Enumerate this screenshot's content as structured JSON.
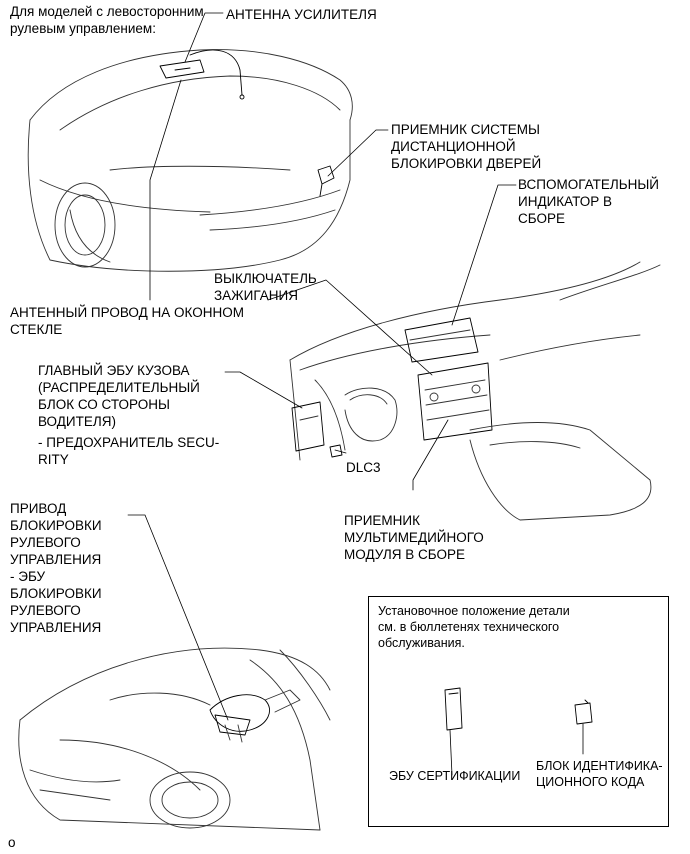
{
  "labels": {
    "lhd_note": "Для моделей с левосторонним\nрулевым управлением:",
    "amp_antenna": "АНТЕННА УСИЛИТЕЛЯ",
    "door_lock_receiver": "ПРИЕМНИК СИСТЕМЫ\nДИСТАНЦИОННОЙ\nБЛОКИРОВКИ ДВЕРЕЙ",
    "aux_indicator": "ВСПОМОГАТЕЛЬНЫЙ\nИНДИКАТОР В\nСБОРЕ",
    "ignition_switch": "ВЫКЛЮЧАТЕЛЬ\nЗАЖИГАНИЯ",
    "window_antenna": "АНТЕННЫЙ ПРОВОД НА ОКОННОМ\nСТЕКЛЕ",
    "main_body_ecu": "ГЛАВНЫЙ ЭБУ КУЗОВА\n(РАСПРЕДЕЛИТЕЛЬНЫЙ\nБЛОК СО СТОРОНЫ\nВОДИТЕЛЯ)",
    "security_fuse": "- ПРЕДОХРАНИТЕЛЬ SECU-\nRITY",
    "dlc3": "DLC3",
    "multimedia_receiver": "ПРИЕМНИК\nМУЛЬТИМЕДИЙНОГО\nМОДУЛЯ В СБОРЕ",
    "steering_lock": "ПРИВОД\nБЛОКИРОВКИ\nРУЛЕВОГО\nУПРАВЛЕНИЯ\n- ЭБУ\nБЛОКИРОВКИ\nРУЛЕВОГО\nУПРАВЛЕНИЯ",
    "install_note": "Установочное положение детали\nсм. в бюллетенях технического\nобслуживания.",
    "cert_ecu": "ЭБУ СЕРТИФИКАЦИИ",
    "id_code_box": "БЛОК ИДЕНТИФИКА-\nЦИОННОГО КОДА",
    "figure_code": "o"
  }
}
